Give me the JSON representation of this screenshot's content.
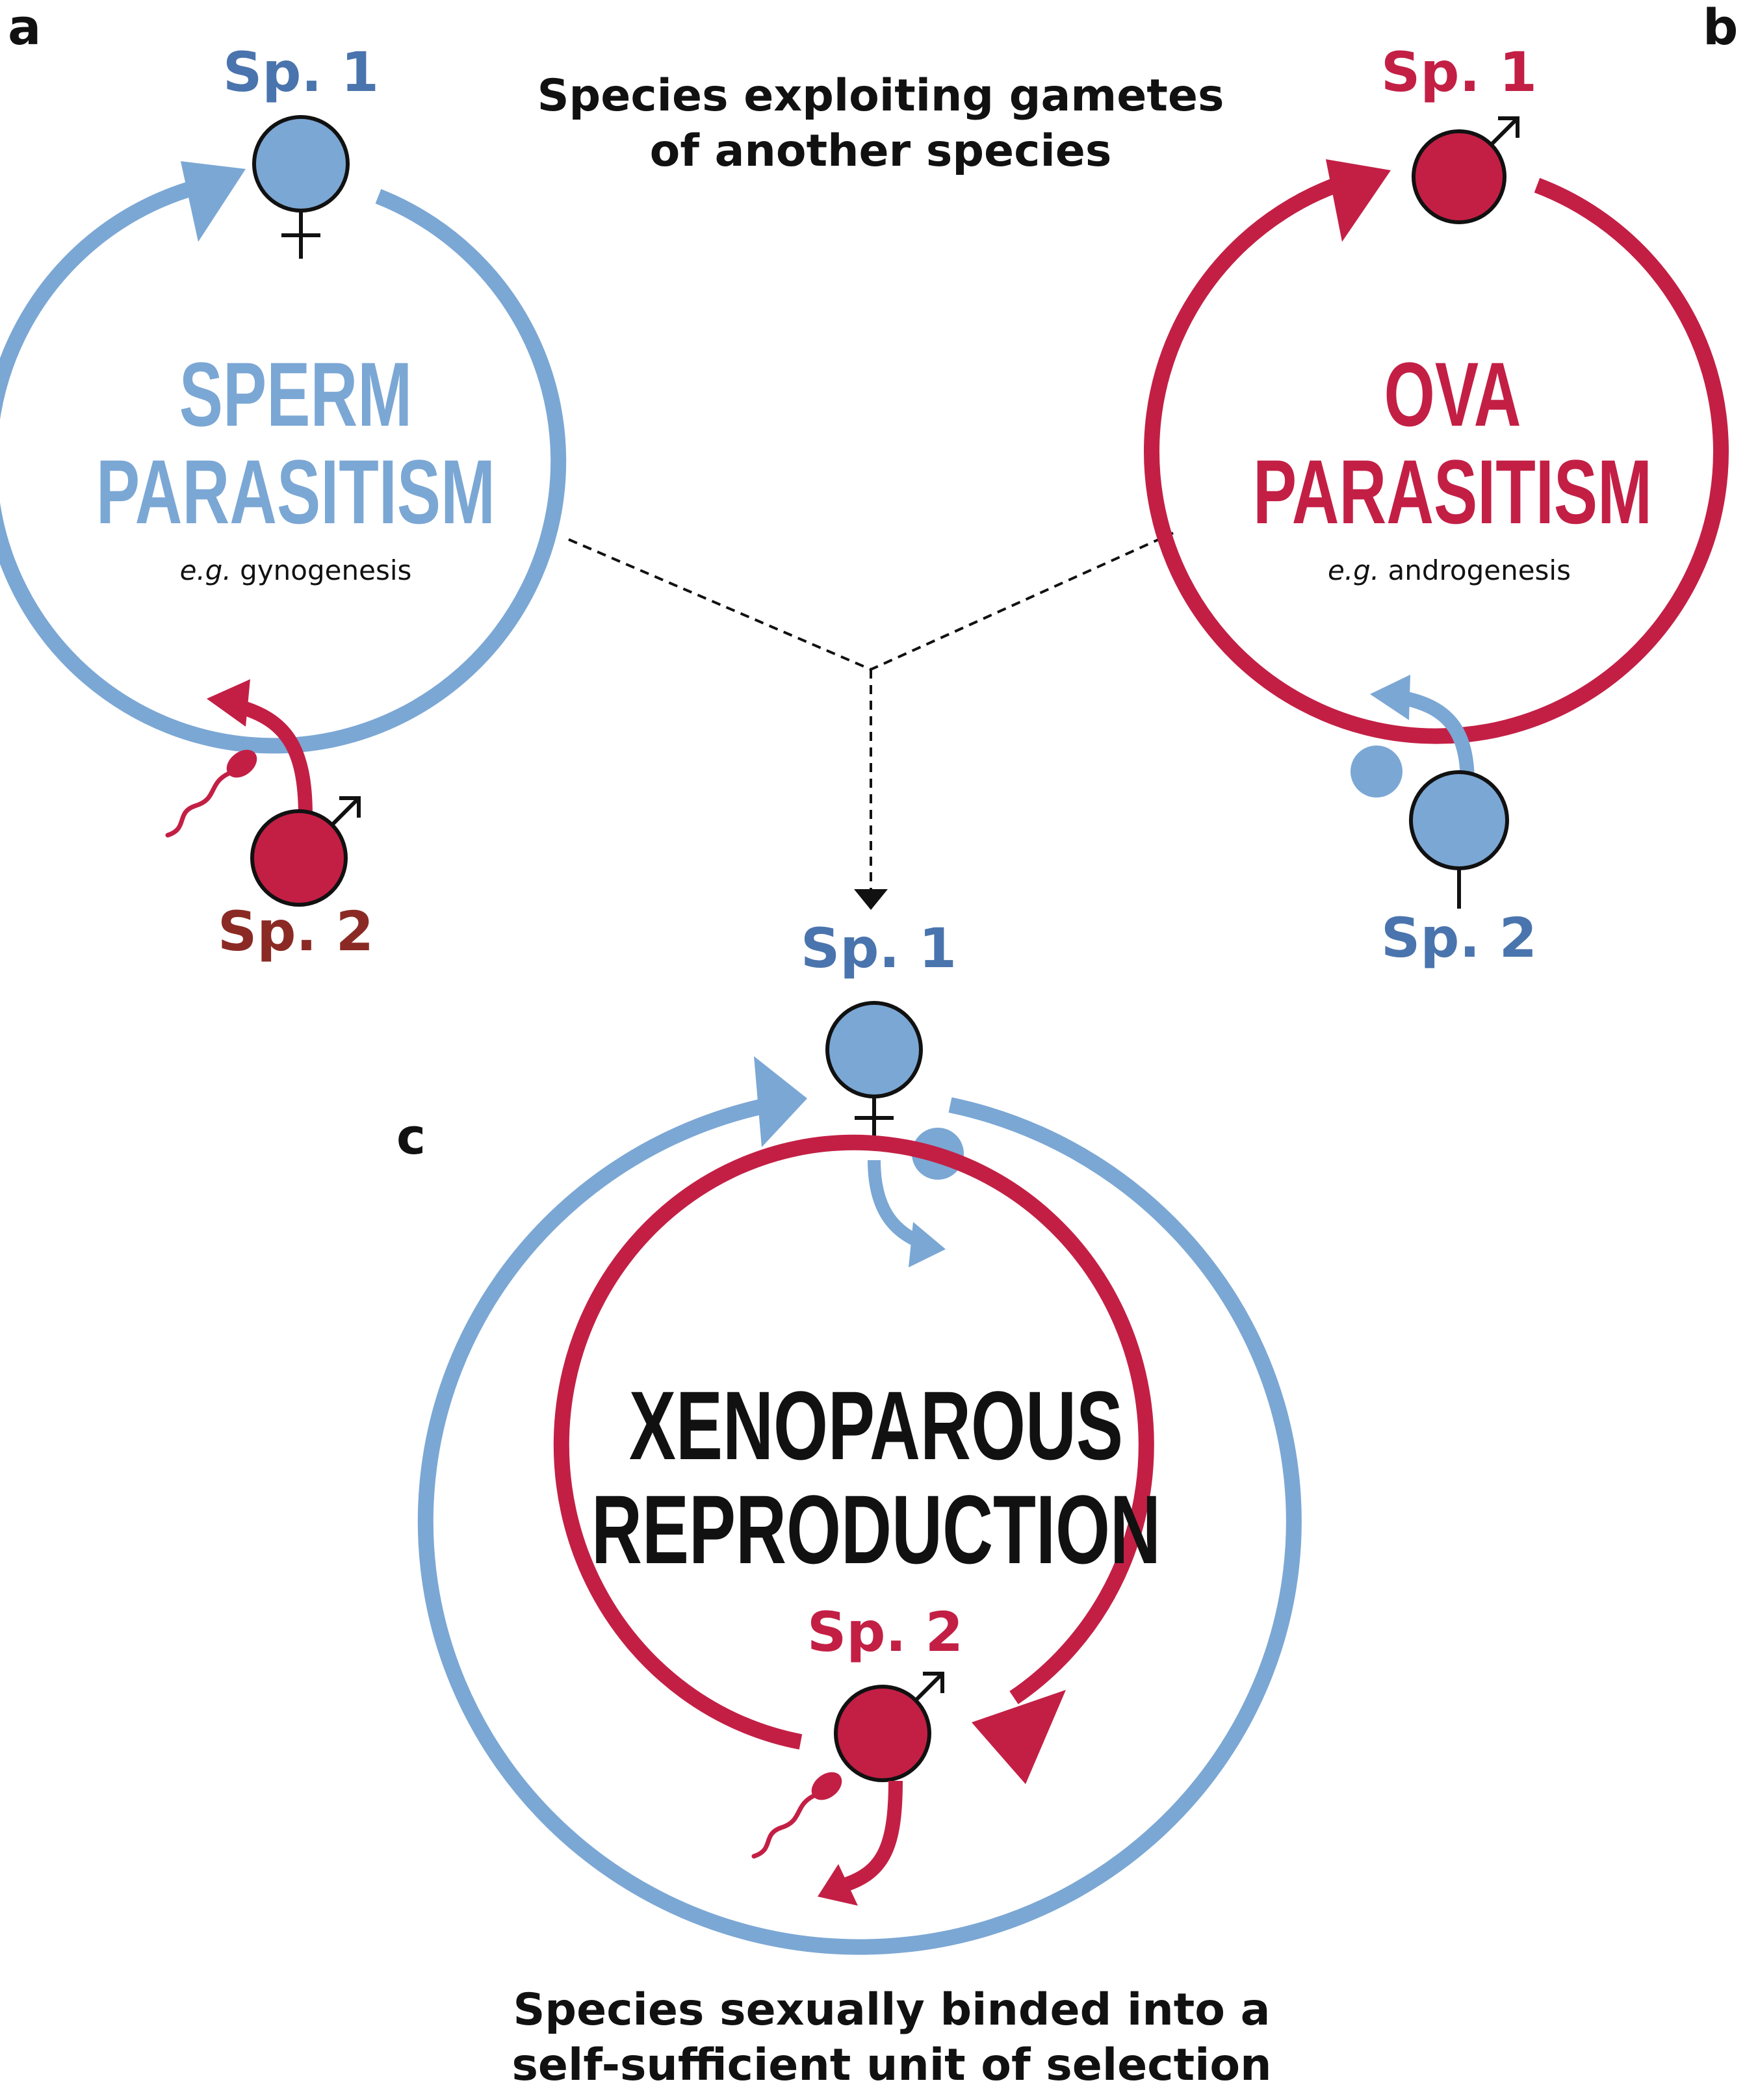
{
  "panel_labels": {
    "a": "a",
    "b": "b",
    "c": "c"
  },
  "top_caption": {
    "line1": "Species exploiting gametes",
    "line2": "of another species"
  },
  "bottom_caption": {
    "line1": "Species sexually binded into a",
    "line2": "self-sufficient unit of selection"
  },
  "panel_a": {
    "top_species": "Sp. 1",
    "bottom_species": "Sp. 2",
    "title_line1": "SPERM",
    "title_line2": "PARASITISM",
    "example_prefix": "e.g.",
    "example_term": " gynogenesis"
  },
  "panel_b": {
    "top_species": "Sp. 1",
    "bottom_species": "Sp. 2",
    "title_line1": "OVA",
    "title_line2": "PARASITISM",
    "example_prefix": "e.g.",
    "example_term": " androgenesis"
  },
  "panel_c": {
    "top_species": "Sp. 1",
    "inner_species": "Sp. 2",
    "title_line1": "XENOPAROUS",
    "title_line2": "REPRODUCTION"
  },
  "colors": {
    "blue": "#7ba7d4",
    "blue_text": "#4a74ad",
    "red": "#c31f45",
    "red_text_dark": "#8b2a24",
    "black": "#111111"
  }
}
